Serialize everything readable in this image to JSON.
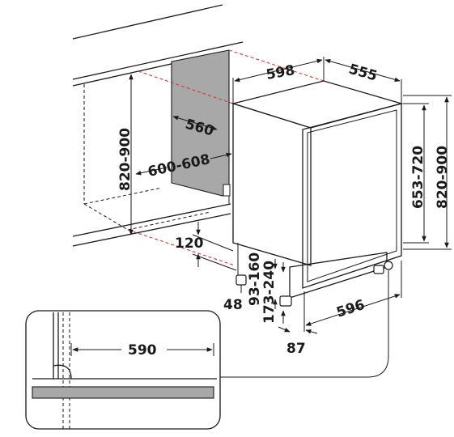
{
  "dimensions": {
    "width": "598",
    "depth": "555",
    "niche_depth": "560",
    "niche_width": "600-608",
    "niche_height": "820-900",
    "appliance_height_left": "820-900",
    "appliance_height_right": "653-720",
    "plinth_height": "120",
    "foot_offset": "48",
    "plinth_93_160": "93-160",
    "plinth_173_240": "173-240",
    "door_width": "596",
    "door_recess": "87",
    "detail_width": "590"
  },
  "colors": {
    "line": "#1a1a1a",
    "hidden_edge": "#d63a2f",
    "niche_wall": "#a8a8a8",
    "countertop": "#a8a8a8"
  }
}
